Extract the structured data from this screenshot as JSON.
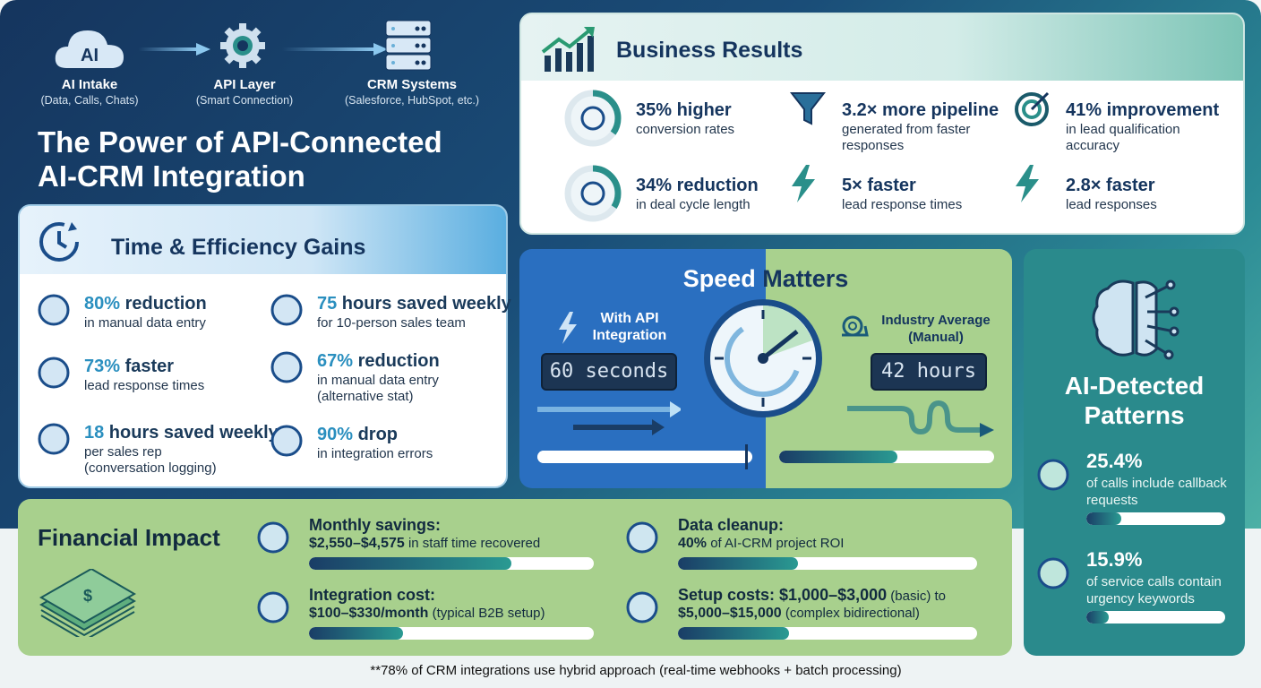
{
  "flow": [
    {
      "label": "AI Intake",
      "sub": "(Data, Calls, Chats)",
      "icon": "ai-cloud-icon"
    },
    {
      "label": "API Layer",
      "sub": "(Smart Connection)",
      "icon": "gear-icon"
    },
    {
      "label": "CRM Systems",
      "sub": "(Salesforce, HubSpot, etc.)",
      "icon": "server-icon"
    }
  ],
  "flow_icon_text": "AI",
  "title_line1": "The Power of API-Connected",
  "title_line2": "AI-CRM Integration",
  "business": {
    "title": "Business Results",
    "items": [
      {
        "value": "35% higher",
        "desc": "conversion rates",
        "icon": "handshake-icon",
        "ring": 35
      },
      {
        "value": "3.2× more pipeline",
        "desc": "generated from faster responses",
        "icon": "funnel-icon"
      },
      {
        "value": "41% improvement",
        "desc": "in lead qualification accuracy",
        "icon": "target-icon"
      },
      {
        "value": "34% reduction",
        "desc": "in deal cycle length",
        "icon": "cycle-icon",
        "ring": 34
      },
      {
        "value": "5× faster",
        "desc": "lead response times",
        "icon": "lightning-icon"
      },
      {
        "value": "2.8× faster",
        "desc": "lead responses",
        "icon": "lightning-icon"
      }
    ]
  },
  "time": {
    "title": "Time & Efficiency Gains",
    "items": [
      {
        "value": "80%",
        "rest": " reduction",
        "desc": "in manual data entry",
        "icon": "database-download-icon"
      },
      {
        "value": "75",
        "rest": " hours saved weekly",
        "desc": "for 10-person sales team",
        "icon": "team-icon"
      },
      {
        "value": "73%",
        "rest": " faster",
        "desc": "lead response times",
        "icon": "stopwatch-icon"
      },
      {
        "value": "67%",
        "rest": " reduction",
        "desc": "in manual data entry (alternative stat)",
        "icon": "database-minus-icon"
      },
      {
        "value": "18",
        "rest": " hours saved weekly",
        "desc": "per sales rep (conversation logging)",
        "icon": "calendar-check-icon"
      },
      {
        "value": "90%",
        "rest": " drop",
        "desc": "in integration errors",
        "icon": "window-error-icon"
      }
    ]
  },
  "speed": {
    "title_a": "Speed ",
    "title_b": "Matters",
    "left_label": "With API Integration",
    "left_value": "60 seconds",
    "right_label": "Industry Average (Manual)",
    "right_value": "42 hours",
    "left_bar": 100,
    "right_bar": 55
  },
  "patterns": {
    "title": "AI-Detected Patterns",
    "items": [
      {
        "value": "25.4%",
        "desc": "of calls include callback requests",
        "pct": 25.4,
        "icon": "phone-callback-icon"
      },
      {
        "value": "15.9%",
        "desc": "of service calls contain urgency keywords",
        "pct": 15.9,
        "icon": "alarm-light-icon"
      }
    ]
  },
  "financial": {
    "title": "Financial Impact",
    "items": [
      {
        "head": "Monthly savings:",
        "bold": "$2,550–$4,575",
        "rest": " in staff time recovered",
        "pct": 71,
        "icon": "dollar-up-icon"
      },
      {
        "head": "Data cleanup:",
        "bold": "40%",
        "rest": " of AI-CRM project ROI",
        "pct": 40,
        "icon": "database-broom-icon"
      },
      {
        "head": "Integration cost:",
        "bold": "$100–$330/month",
        "rest": " (typical B2B setup)",
        "pct": 33,
        "icon": "cloud-server-icon"
      },
      {
        "head": "Setup costs: $1,000–$3,000",
        "bold2": " (basic) to",
        "bold": "$5,000–$15,000",
        "rest": " (complex bidirectional)",
        "pct": 37,
        "icon": "gear-search-icon"
      }
    ]
  },
  "footnote": "**78% of CRM integrations use hybrid approach (real-time webhooks + batch processing)",
  "colors": {
    "navy": "#15355e",
    "teal": "#2a8f8a",
    "green": "#a8d08d",
    "blue": "#2a6fc0"
  }
}
